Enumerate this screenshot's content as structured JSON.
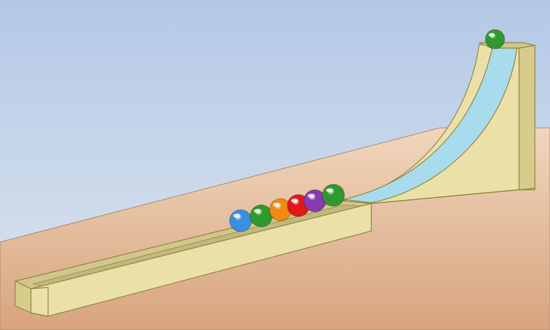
{
  "scene": {
    "subject": "marble-ramp-illustration",
    "colors": {
      "sky_top": "#b4c8e6",
      "sky_bottom": "#dde5ee",
      "ground_top": "#f0d6bd",
      "ground_bottom": "#d8a47e",
      "wood_front": "#ebe0a8",
      "wood_side": "#d8cc8c",
      "wood_top": "#d2c68a",
      "outline": "#8e8340",
      "water_channel": "#a8dbec"
    },
    "marbles": [
      {
        "color": "blue",
        "hex": "#3a8fe0",
        "position": "track"
      },
      {
        "color": "green",
        "hex": "#2e9a2e",
        "position": "track"
      },
      {
        "color": "orange",
        "hex": "#f08a10",
        "position": "track"
      },
      {
        "color": "red",
        "hex": "#e01818",
        "position": "track"
      },
      {
        "color": "purple",
        "hex": "#8a3ab0",
        "position": "track"
      },
      {
        "color": "green",
        "hex": "#2e9a2e",
        "position": "track"
      },
      {
        "color": "green",
        "hex": "#2e9a2e",
        "position": "ramp-top"
      }
    ]
  }
}
